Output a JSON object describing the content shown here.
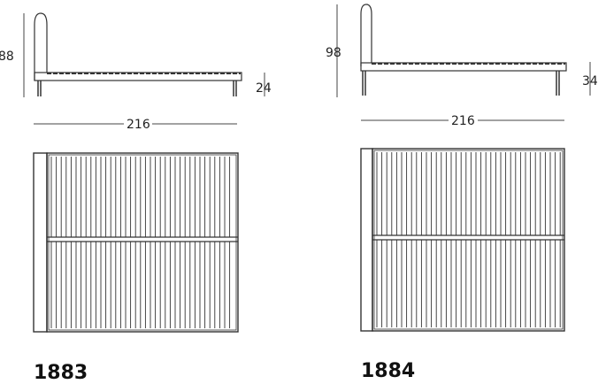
{
  "beds": [
    {
      "model": "1883",
      "dimensions": {
        "height": "88",
        "width": "216",
        "leg_height": "24"
      }
    },
    {
      "model": "1884",
      "dimensions": {
        "height": "98",
        "width": "216",
        "leg_height": "34"
      }
    }
  ]
}
